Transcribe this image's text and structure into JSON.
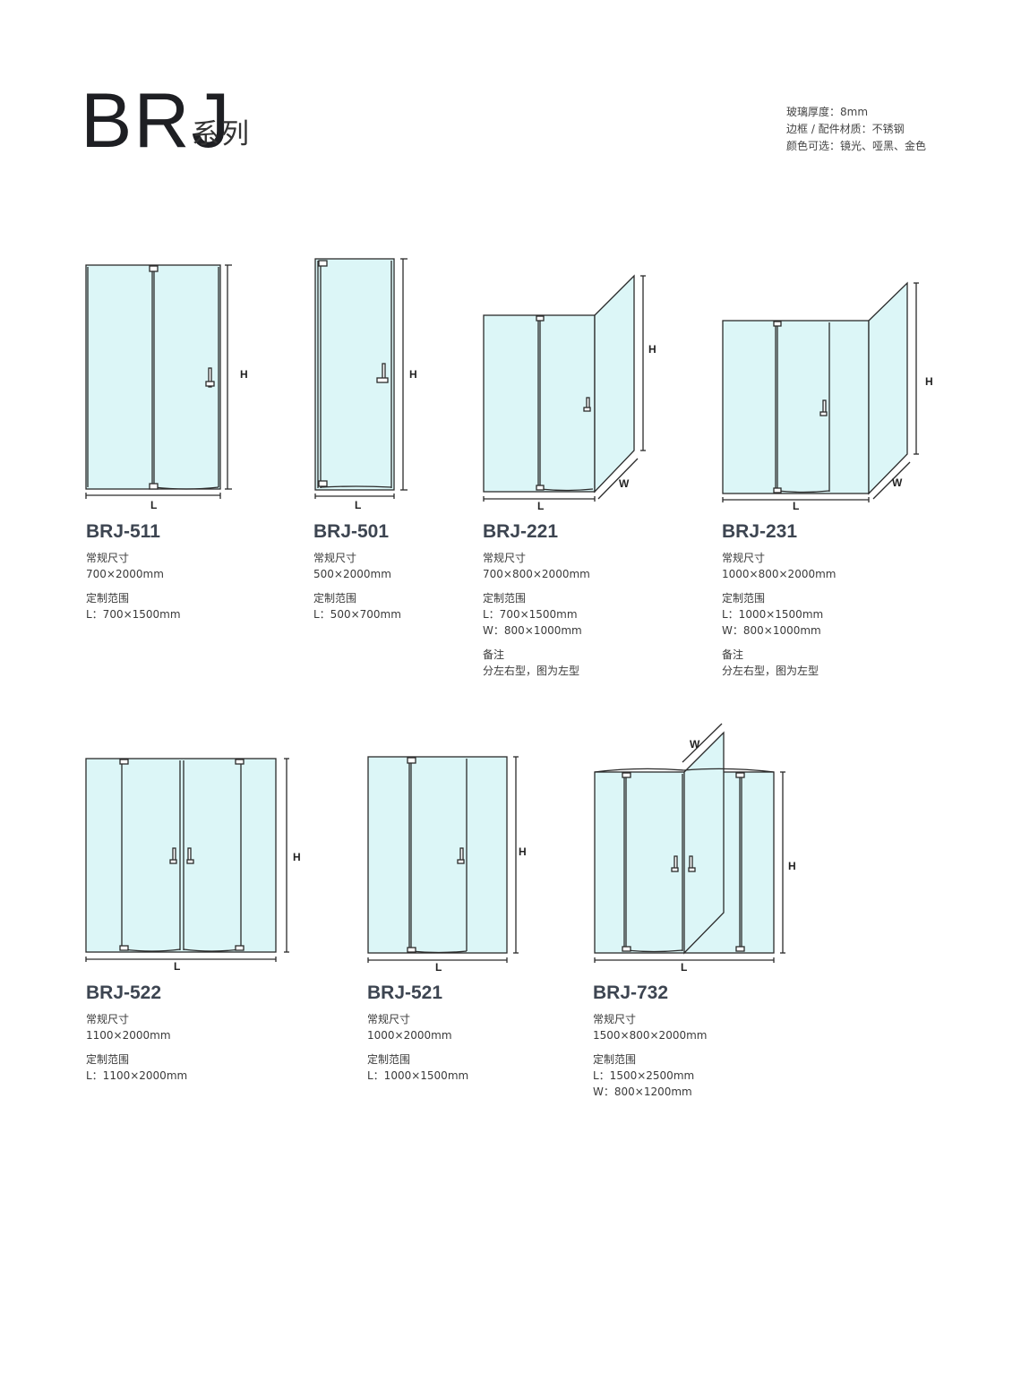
{
  "header": {
    "title": "BRJ",
    "subtitle": "系列",
    "specs": [
      "玻璃厚度：8mm",
      "边框 / 配件材质：不锈钢",
      "颜色可选：镜光、哑黑、金色"
    ]
  },
  "dim_labels": {
    "length": "L",
    "height": "H",
    "width": "W"
  },
  "products": [
    {
      "model": "BRJ-511",
      "std_label": "常规尺寸",
      "std_value": "700×2000mm",
      "custom_label": "定制范围",
      "custom_values": [
        "L：700×1500mm"
      ],
      "note_label": "",
      "note_value": ""
    },
    {
      "model": "BRJ-501",
      "std_label": "常规尺寸",
      "std_value": "500×2000mm",
      "custom_label": "定制范围",
      "custom_values": [
        "L：500×700mm"
      ],
      "note_label": "",
      "note_value": ""
    },
    {
      "model": "BRJ-221",
      "std_label": "常规尺寸",
      "std_value": "700×800×2000mm",
      "custom_label": "定制范围",
      "custom_values": [
        "L：700×1500mm",
        "W：800×1000mm"
      ],
      "note_label": "备注",
      "note_value": "分左右型，图为左型"
    },
    {
      "model": "BRJ-231",
      "std_label": "常规尺寸",
      "std_value": "1000×800×2000mm",
      "custom_label": "定制范围",
      "custom_values": [
        "L：1000×1500mm",
        "W：800×1000mm"
      ],
      "note_label": "备注",
      "note_value": "分左右型，图为左型"
    },
    {
      "model": "BRJ-522",
      "std_label": "常规尺寸",
      "std_value": "1100×2000mm",
      "custom_label": "定制范围",
      "custom_values": [
        "L：1100×2000mm"
      ],
      "note_label": "",
      "note_value": ""
    },
    {
      "model": "BRJ-521",
      "std_label": "常规尺寸",
      "std_value": "1000×2000mm",
      "custom_label": "定制范围",
      "custom_values": [
        "L：1000×1500mm"
      ],
      "note_label": "",
      "note_value": ""
    },
    {
      "model": "BRJ-732",
      "std_label": "常规尺寸",
      "std_value": "1500×800×2000mm",
      "custom_label": "定制范围",
      "custom_values": [
        "L：1500×2500mm",
        "W：800×1200mm"
      ],
      "note_label": "",
      "note_value": ""
    }
  ],
  "colors": {
    "glass": "#dcf6f7",
    "frame": "#2b2b2b",
    "model_text": "#3d4551"
  }
}
